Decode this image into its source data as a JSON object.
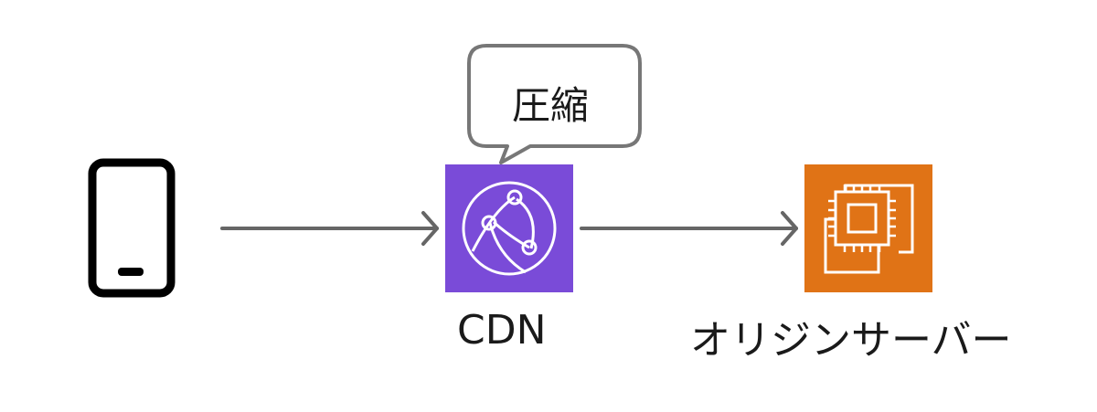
{
  "bubble": {
    "text": "圧縮"
  },
  "cdn": {
    "label": "CDN",
    "color": "#7A4BD8",
    "icon": "cloudfront-globe-icon"
  },
  "origin": {
    "label": "オリジンサーバー",
    "color": "#E07316",
    "icon": "ec2-chip-icon"
  },
  "client": {
    "icon": "smartphone-icon"
  }
}
